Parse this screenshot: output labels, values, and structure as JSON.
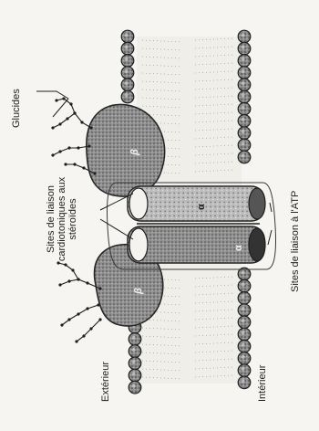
{
  "labels": {
    "glucides": "Glucides",
    "sites_cardio": [
      "Sites de liaison",
      "cardiotoniques aux",
      "stéroïdes"
    ],
    "sites_atp": "Sites de liaison à l'ATP",
    "exterieur": "Extérieur",
    "interieur": "Intérieur",
    "beta": "β",
    "alpha": "α"
  },
  "colors": {
    "ink": "#1e1e1e",
    "bead": "#3a3a3a",
    "protein": "#6a6a6a",
    "paper": "#f6f5f1"
  }
}
